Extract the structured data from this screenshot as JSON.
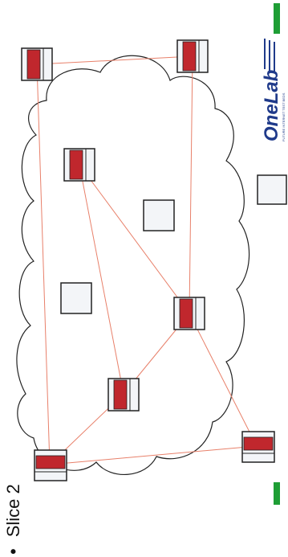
{
  "slide": {
    "bullet_symbol": "•",
    "bullet_text": "Slice 2"
  },
  "logo": {
    "name": "OneLab",
    "tagline": "FUTURE INTERNET TEST BEDS"
  },
  "colors": {
    "slice_link": "#e8806a",
    "physical_link": "#e8806a",
    "node_fill": "#c0272d",
    "box_fill": "#f3f5f8",
    "cloud_stroke": "#222222",
    "accent_green": "#1e9e35",
    "logo_blue": "#1f3a8a"
  },
  "icons": {
    "node": "router-node-icon",
    "host": "host-box-icon",
    "cloud": "internet-cloud-icon"
  }
}
